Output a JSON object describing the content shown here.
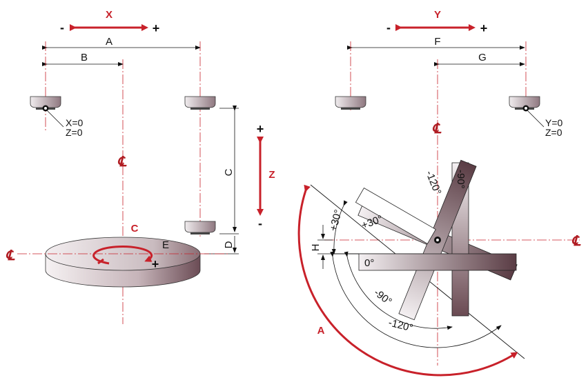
{
  "axes": {
    "x": {
      "label": "X",
      "minus": "-",
      "plus": "+"
    },
    "y": {
      "label": "Y",
      "minus": "-",
      "plus": "+"
    },
    "z": {
      "label": "Z",
      "minus": "-",
      "plus": "+"
    },
    "c": {
      "label": "C",
      "plus": "+"
    },
    "a": {
      "label": "A"
    }
  },
  "dimensions": {
    "a": "A",
    "b": "B",
    "c": "C",
    "d": "D",
    "e": "E",
    "f": "F",
    "g": "G",
    "h": "H"
  },
  "origins": {
    "x0": "X=0",
    "z0_left": "Z=0",
    "y0": "Y=0",
    "z0_right": "Z=0"
  },
  "centerline_symbol": "℄",
  "angles": {
    "plus30_label": "+30°",
    "plus30_arc": "+30°",
    "zero": "0°",
    "minus90_arc": "-90°",
    "minus120_arc": "-120°",
    "minus90_bar": "-90°",
    "minus120_bar": "-120°"
  },
  "colors": {
    "accent_red": "#c8212a",
    "bar_dark": "#5a3c44",
    "bar_light": "#f4f0f2"
  }
}
